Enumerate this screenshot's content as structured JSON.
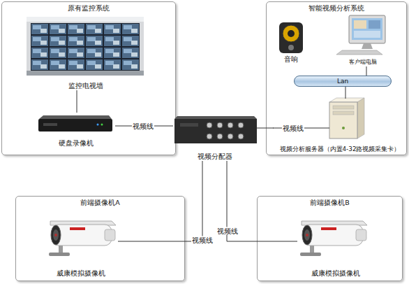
{
  "diagram": {
    "nodes": [
      {
        "text": [
          "原有监控系统"
        ]
      },
      {
        "text": [
          "监控电视墙"
        ],
        "in": 0
      },
      {
        "text": [
          "硬盘录像机"
        ],
        "in": 0
      },
      {
        "text": [
          "智能视频分析系统"
        ]
      },
      {
        "text": [
          "音响"
        ],
        "in": 3
      },
      {
        "text": [
          "客户端电脑"
        ],
        "in": 3
      },
      {
        "text": [
          "Lan"
        ],
        "in": 3
      },
      {
        "text": [
          "视频分析服务器（内置4-32路视频采集卡）"
        ],
        "in": 3
      },
      {
        "text": [
          "视频分配器"
        ]
      },
      {
        "text": [
          "前端摄像机A"
        ]
      },
      {
        "text": [
          "威康模拟摄像机"
        ],
        "in": 9
      },
      {
        "text": [
          "前端摄像机B"
        ]
      },
      {
        "text": [
          "威康模拟摄像机"
        ],
        "in": 11
      }
    ],
    "edges": [
      {
        "from": 1,
        "to": 2,
        "arrow": "none"
      },
      {
        "from": 5,
        "to": 6,
        "arrow": "none"
      },
      {
        "from": 6,
        "to": 7,
        "arrow": "none"
      },
      {
        "from": 2,
        "to": 8,
        "label": "视频线",
        "arrow": "none"
      },
      {
        "from": 8,
        "to": 7,
        "label": "视频线",
        "arrow": "none"
      },
      {
        "from": 8,
        "to": 10,
        "label": "视频线",
        "arrow": "none"
      },
      {
        "from": 8,
        "to": 12,
        "label": "视频线",
        "arrow": "none"
      }
    ]
  }
}
